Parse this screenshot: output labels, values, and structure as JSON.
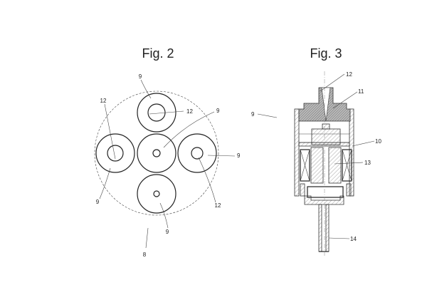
{
  "figures": [
    {
      "title": "Fig. 2",
      "labels": [
        "9",
        "12",
        "9",
        "12",
        "9",
        "9",
        "12",
        "9",
        "8"
      ]
    },
    {
      "title": "Fig. 3",
      "labels": [
        "12",
        "11",
        "9",
        "10",
        "13",
        "14"
      ]
    }
  ]
}
